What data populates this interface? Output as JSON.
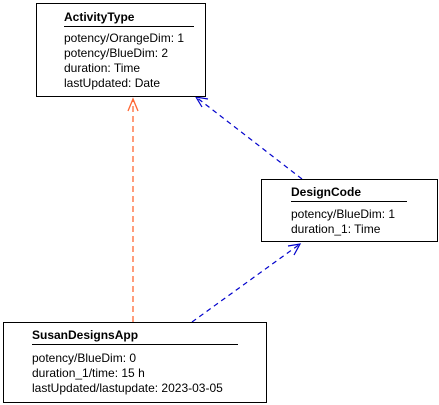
{
  "colors": {
    "border": "#000000",
    "edge_blue": "#0000cc",
    "edge_orange": "#ff6633",
    "background": "#ffffff"
  },
  "nodes": {
    "activitytype": {
      "title": "ActivityType",
      "attributes": [
        "potency/OrangeDim: 1",
        "potency/BlueDim: 2",
        "duration: Time",
        "lastUpdated: Date"
      ]
    },
    "designcode": {
      "title": "DesignCode",
      "attributes": [
        "potency/BlueDim: 1",
        "duration_1: Time"
      ]
    },
    "susandesignsapp": {
      "title": "SusanDesignsApp",
      "attributes": [
        "potency/BlueDim: 0",
        "duration_1/time: 15 h",
        "lastUpdated/lastupdate: 2023-03-05"
      ]
    }
  },
  "edges": [
    {
      "from": "susandesignsapp",
      "to": "activitytype",
      "style": "dashed",
      "color": "#ff6633",
      "arrow": "open"
    },
    {
      "from": "susandesignsapp",
      "to": "designcode",
      "style": "dashed",
      "color": "#0000cc",
      "arrow": "open"
    },
    {
      "from": "designcode",
      "to": "activitytype",
      "style": "dashed",
      "color": "#0000cc",
      "arrow": "open"
    }
  ]
}
